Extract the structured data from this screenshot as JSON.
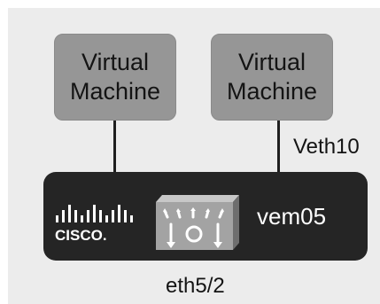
{
  "vms": [
    {
      "line1": "Virtual",
      "line2": "Machine"
    },
    {
      "line1": "Virtual",
      "line2": "Machine"
    }
  ],
  "veth_label": "Veth10",
  "switch": {
    "brand_logo_text": "CISCO.",
    "icon": "vem-switch-icon",
    "name": "vem05"
  },
  "uplink_label": "eth5/2",
  "colors": {
    "panel_background": "#ececec",
    "vm_fill": "#969696",
    "switch_fill": "#252525",
    "switch_text": "#ffffff"
  }
}
